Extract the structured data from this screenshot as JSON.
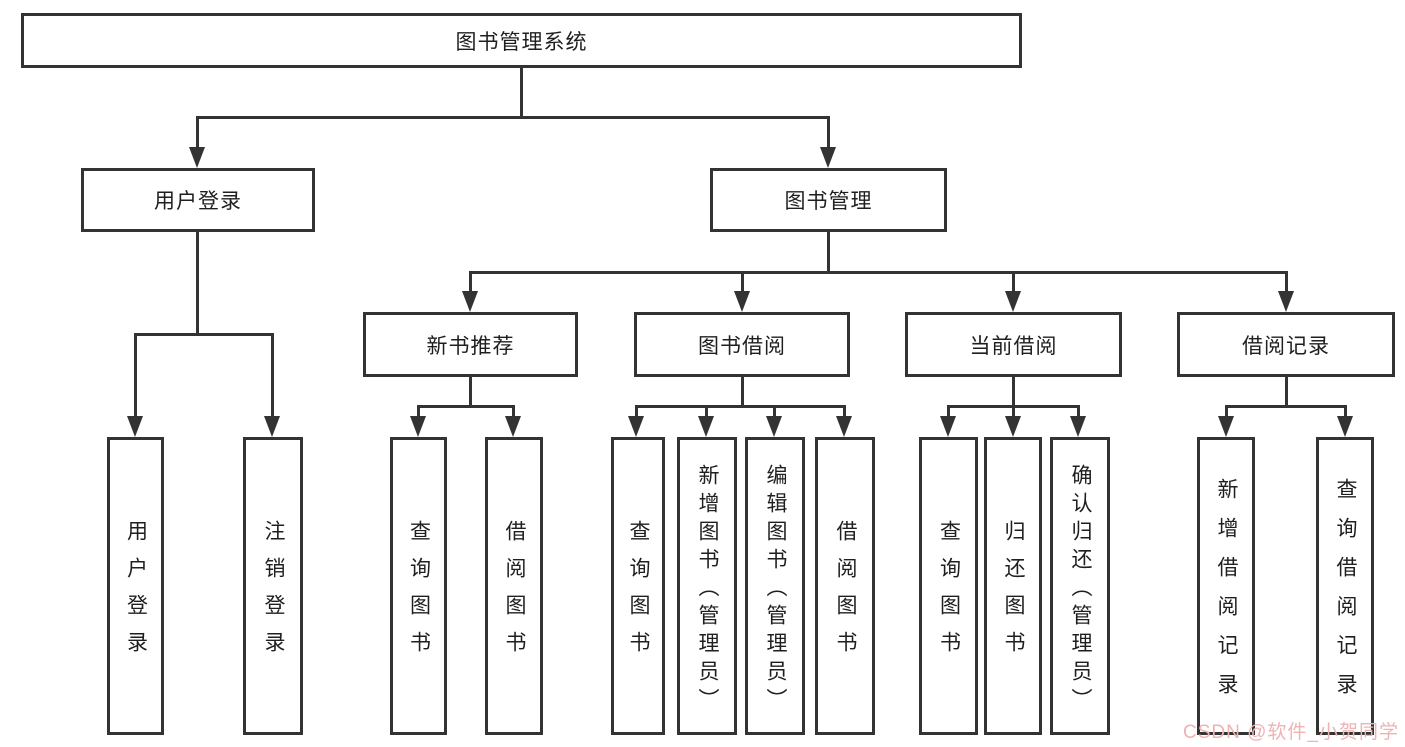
{
  "diagram": {
    "title": "图书管理系统",
    "level1": {
      "user_login": "用户登录",
      "book_mgmt": "图书管理"
    },
    "level2": {
      "new_book": "新书推荐",
      "book_borrow": "图书借阅",
      "current_borrow": "当前借阅",
      "borrow_record": "借阅记录"
    },
    "leaves": {
      "user_login": [
        "用户登录",
        "注销登录"
      ],
      "new_book": [
        "查询图书",
        "借阅图书"
      ],
      "book_borrow": [
        "查询图书",
        "新增图书（管理员）",
        "编辑图书（管理员）",
        "借阅图书"
      ],
      "current_borrow": [
        "查询图书",
        "归还图书",
        "确认归还（管理员）"
      ],
      "borrow_record": [
        "新增借阅记录",
        "查询借阅记录"
      ]
    }
  },
  "watermark": {
    "text": "CSDN @软件_小贺同学",
    "color": "#eeb3b3"
  },
  "colors": {
    "line": "#333333",
    "background": "#ffffff",
    "text": "#1f1f1f"
  }
}
